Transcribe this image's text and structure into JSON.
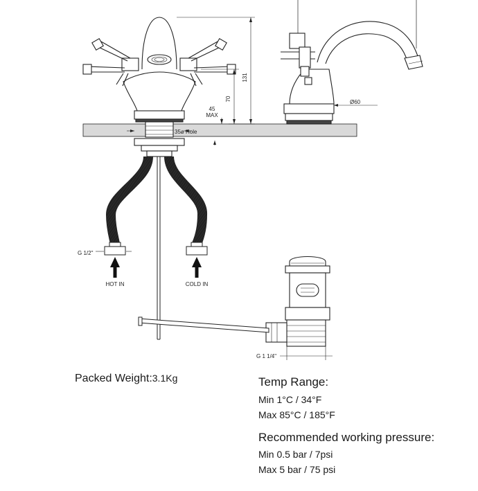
{
  "dimensions": {
    "height_total": "131",
    "height_spout": "70",
    "max_deck_a": "45",
    "max_deck_b": "MAX",
    "hole": "35ø Hole",
    "base_diameter": "Ø60",
    "inlet_thread": "G 1/2\"",
    "waste_thread": "G 1 1/4\""
  },
  "inlets": {
    "hot": "HOT IN",
    "cold": "COLD IN"
  },
  "specs": {
    "packed_weight_label": "Packed Weight:",
    "packed_weight_value": "3.1Kg",
    "temp_heading": "Temp Range:",
    "temp_min": "Min 1°C / 34°F",
    "temp_max": "Max  85°C / 185°F",
    "pressure_heading": "Recommended working pressure:",
    "pressure_min": "Min 0.5 bar / 7psi",
    "pressure_max": "Max 5 bar / 75 psi"
  },
  "colors": {
    "line": "#222222",
    "deck": "#d9d9d9",
    "hatch": "#333333"
  }
}
